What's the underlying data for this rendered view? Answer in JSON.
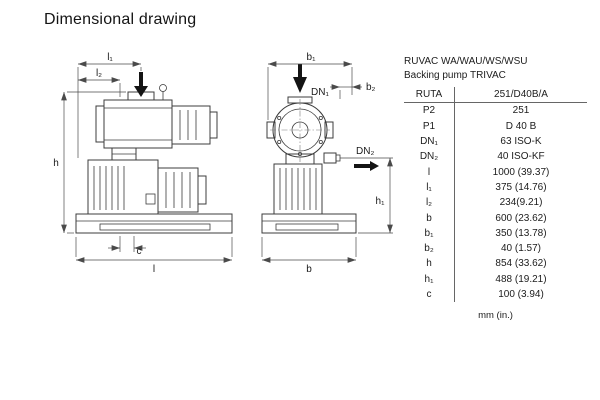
{
  "page": {
    "title": "Dimensional drawing"
  },
  "product": {
    "line1": "RUVAC WA/WAU/WS/WSU",
    "line2": "Backing pump TRIVAC"
  },
  "table": {
    "header": {
      "label": "RUTA",
      "value": "251/D40B/A"
    },
    "rows": [
      {
        "label": "P2",
        "value": "251"
      },
      {
        "label": "P1",
        "value": "D 40 B"
      },
      {
        "label": "DN₁",
        "value": "63 ISO-K"
      },
      {
        "label": "DN₂",
        "value": "40 ISO-KF"
      },
      {
        "label": "l",
        "value": "1000 (39.37)"
      },
      {
        "label": "l₁",
        "value": "375 (14.76)"
      },
      {
        "label": "l₂",
        "value": "234(9.21)"
      },
      {
        "label": "b",
        "value": "600 (23.62)"
      },
      {
        "label": "b₁",
        "value": "350 (13.78)"
      },
      {
        "label": "b₂",
        "value": "40 (1.57)"
      },
      {
        "label": "h",
        "value": "854 (33.62)"
      },
      {
        "label": "h₁",
        "value": "488 (19.21)"
      },
      {
        "label": "c",
        "value": "100 (3.94)"
      }
    ],
    "units_note": "mm (in.)"
  },
  "drawing": {
    "left": {
      "dim_l1": "l₁",
      "dim_l2": "l₂",
      "dim_h": "h",
      "dim_l": "l",
      "dim_c": "c"
    },
    "right": {
      "dim_b1": "b₁",
      "dim_b2": "b₂",
      "dim_dn1": "DN₁",
      "dim_dn2": "DN₂",
      "dim_h1": "h₁",
      "dim_b": "b"
    }
  }
}
